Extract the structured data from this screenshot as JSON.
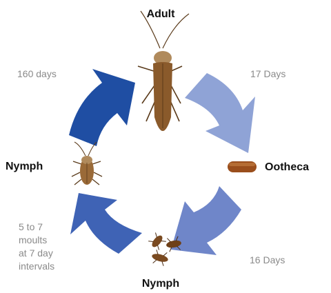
{
  "stages": {
    "adult": "Adult",
    "ootheca": "Ootheca",
    "nymph_bottom": "Nymph",
    "nymph_left": "Nymph"
  },
  "durations": {
    "adult_to_ootheca": "17 Days",
    "ootheca_to_nymph": "16 Days",
    "nymph_moults": [
      "5 to 7",
      "moults",
      "at 7 day",
      "intervals"
    ],
    "nymph_to_adult": "160 days"
  },
  "colors": {
    "arrow_light": "#8fa3d6",
    "arrow_mid": "#6f86c9",
    "arrow_blue": "#3f63b5",
    "arrow_dark": "#1f4ea3",
    "roach_body": "#8a5a2b",
    "ootheca": "#9a4e1c",
    "text": "#111111",
    "muted_text": "#8a8a8a"
  },
  "icons": {
    "adult": "adult-cockroach-icon",
    "ootheca": "ootheca-egg-case-icon",
    "nymphs": "nymph-group-icon",
    "nymph_single": "nymph-cockroach-icon"
  }
}
